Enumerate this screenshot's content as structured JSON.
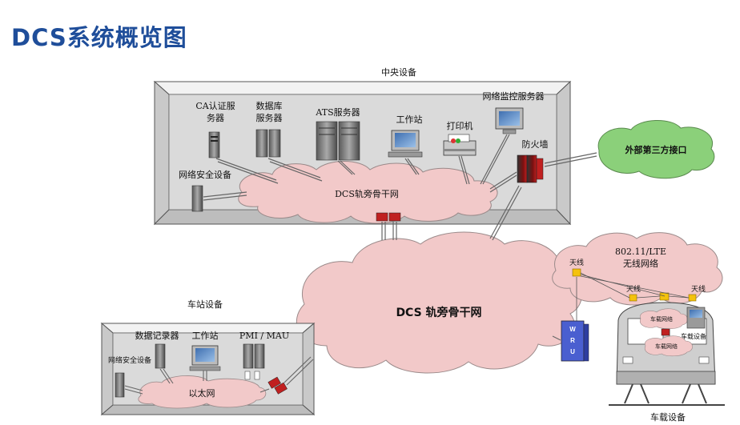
{
  "title": "DCS系统概览图",
  "colors": {
    "title": "#1f4e9a",
    "cloud_fill": "#f2c9c9",
    "cloud_stroke": "#9a8a8a",
    "green_cloud": "#8bd07a",
    "room_fill": "#d8d8d8",
    "wru_blue": "#4a5fd0",
    "ap_yellow": "#f4c20d"
  },
  "central": {
    "section_label": "中央设备",
    "ca_server_l1": "CA认证服",
    "ca_server_l2": "务器",
    "db_server_l1": "数据库",
    "db_server_l2": "服务器",
    "ats_server": "ATS服务器",
    "workstation": "工作站",
    "printer": "打印机",
    "nms_server": "网络监控服务器",
    "firewall": "防火墙",
    "security_device": "网络安全设备",
    "backbone": "DCS轨旁骨干网"
  },
  "external": {
    "label": "外部第三方接口"
  },
  "main_backbone": {
    "label": "DCS 轨旁骨干网"
  },
  "wireless": {
    "line1": "802.11/LTE",
    "line2": "无线网络",
    "antenna_1": "天线",
    "antenna_2": "天线",
    "antenna_3": "天线"
  },
  "wru": {
    "label": "WRU"
  },
  "station": {
    "section_label": "车站设备",
    "data_recorder": "数据记录器",
    "workstation": "工作站",
    "pmi_mau": "PMI / MAU",
    "security_device": "网络安全设备",
    "ethernet": "以太网"
  },
  "train": {
    "section_label": "车载设备",
    "onboard_net_1": "车载网络",
    "onboard_device": "车载设备",
    "onboard_net_2": "车载网络"
  },
  "icons": [
    "server-icon",
    "workstation-icon",
    "printer-icon",
    "firewall-icon",
    "antenna-icon",
    "train-icon"
  ]
}
